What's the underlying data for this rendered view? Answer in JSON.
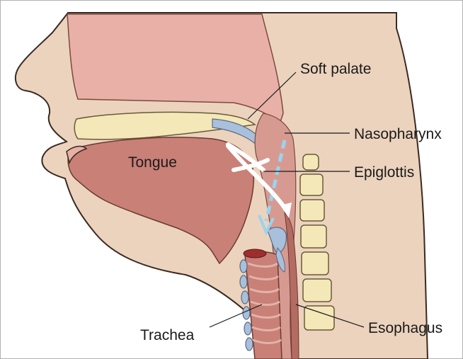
{
  "labels": {
    "soft_palate": "Soft palate",
    "nasopharynx": "Nasopharynx",
    "tongue": "Tongue",
    "epiglottis": "Epiglottis",
    "trachea": "Trachea",
    "esophagus": "Esophagus"
  },
  "colors": {
    "skin": "#ecd3bd",
    "skin_outline": "#3a2a22",
    "cavity_pink": "#e8b0a6",
    "tissue_red": "#c98077",
    "bone_yellow": "#f4e8b8",
    "cartilage_blue": "#a9c0dc",
    "airflow_blue": "#9bd3ef",
    "food_white": "#ffffff",
    "leader_line": "#1a1a1a"
  }
}
